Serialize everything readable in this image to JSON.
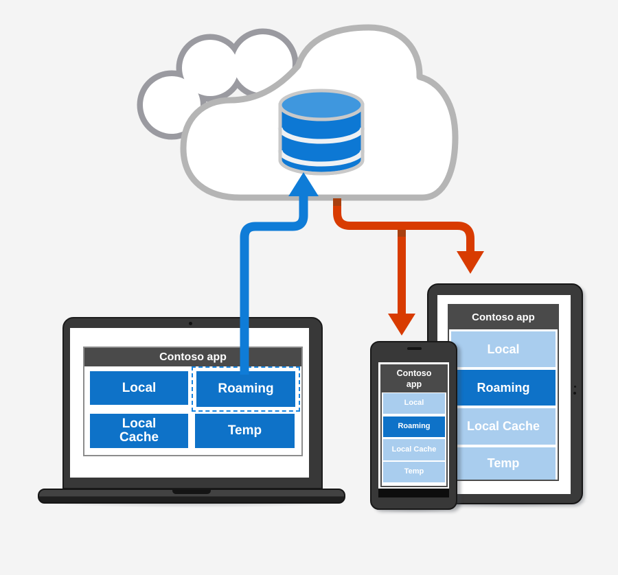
{
  "colors": {
    "background": "#f4f4f4",
    "sync_blue": "#0f7cd7",
    "sync_orange": "#d83b01",
    "sync_orange_dark_stub": "#a8400f",
    "storage_blue": "#0e72c8",
    "storage_light_blue": "#a9cdee",
    "titlebar_gray": "#4a4a4a",
    "cloud_outline_front": "#b5b5b5",
    "cloud_outline_back": "#9a9aa0",
    "database_blue": "#0d78d4",
    "database_top_blue": "#3f97de"
  },
  "cloud": {
    "icon": "cloud-icon",
    "database_icon": "database-icon"
  },
  "arrows": {
    "upload": {
      "icon": "upload-arrow-icon",
      "color": "#0f7cd7"
    },
    "download": {
      "icon": "download-arrow-icon",
      "color": "#d83b01"
    }
  },
  "devices": {
    "laptop": {
      "app_title": "Contoso app",
      "boxes": [
        {
          "label": "Local"
        },
        {
          "label": "Roaming",
          "selected": true
        },
        {
          "label": "Local Cache"
        },
        {
          "label": "Temp"
        }
      ]
    },
    "phone": {
      "app_title": "Contoso app",
      "boxes": [
        {
          "label": "Local"
        },
        {
          "label": "Roaming",
          "highlighted": true
        },
        {
          "label": "Local Cache"
        },
        {
          "label": "Temp"
        }
      ]
    },
    "tablet": {
      "app_title": "Contoso app",
      "boxes": [
        {
          "label": "Local"
        },
        {
          "label": "Roaming",
          "highlighted": true
        },
        {
          "label": "Local Cache"
        },
        {
          "label": "Temp"
        }
      ]
    }
  }
}
